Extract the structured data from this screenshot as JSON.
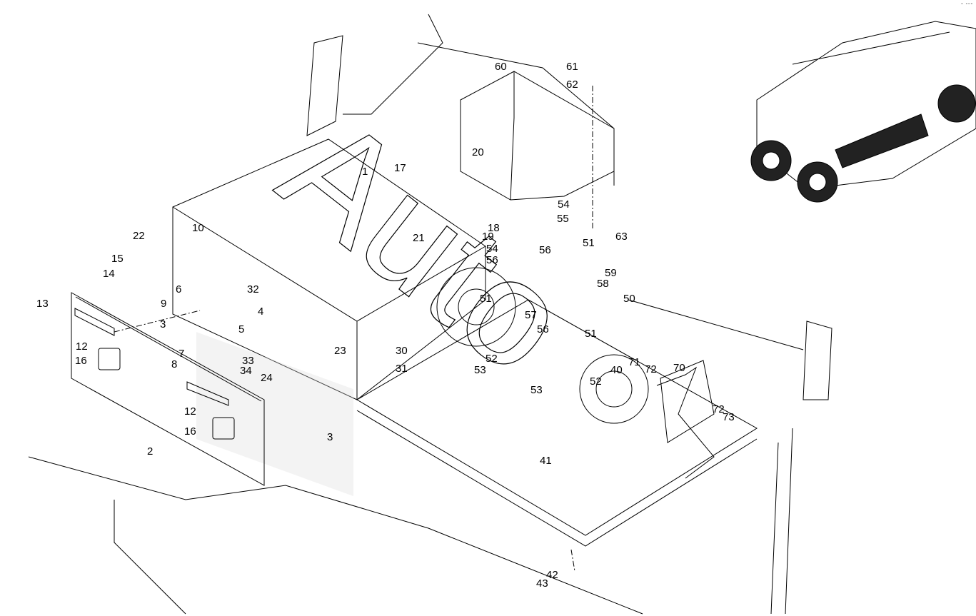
{
  "diagram": {
    "watermark": "Auto",
    "corner_glyph": "▫︎ ▫︎▫︎▫︎",
    "inset": {
      "subject": "vehicle-overview-with-highlighted-section"
    },
    "callouts": [
      {
        "id": "c1",
        "label": "1"
      },
      {
        "id": "c2",
        "label": "2"
      },
      {
        "id": "c3a",
        "label": "3"
      },
      {
        "id": "c3b",
        "label": "3"
      },
      {
        "id": "c4",
        "label": "4"
      },
      {
        "id": "c5",
        "label": "5"
      },
      {
        "id": "c6",
        "label": "6"
      },
      {
        "id": "c7",
        "label": "7"
      },
      {
        "id": "c8",
        "label": "8"
      },
      {
        "id": "c9",
        "label": "9"
      },
      {
        "id": "c10",
        "label": "10"
      },
      {
        "id": "c12a",
        "label": "12"
      },
      {
        "id": "c12b",
        "label": "12"
      },
      {
        "id": "c13",
        "label": "13"
      },
      {
        "id": "c14",
        "label": "14"
      },
      {
        "id": "c15",
        "label": "15"
      },
      {
        "id": "c16a",
        "label": "16"
      },
      {
        "id": "c16b",
        "label": "16"
      },
      {
        "id": "c17",
        "label": "17"
      },
      {
        "id": "c18",
        "label": "18"
      },
      {
        "id": "c19",
        "label": "19"
      },
      {
        "id": "c20",
        "label": "20"
      },
      {
        "id": "c21",
        "label": "21"
      },
      {
        "id": "c22",
        "label": "22"
      },
      {
        "id": "c23",
        "label": "23"
      },
      {
        "id": "c24",
        "label": "24"
      },
      {
        "id": "c30",
        "label": "30"
      },
      {
        "id": "c31",
        "label": "31"
      },
      {
        "id": "c32",
        "label": "32"
      },
      {
        "id": "c33",
        "label": "33"
      },
      {
        "id": "c34",
        "label": "34"
      },
      {
        "id": "c40",
        "label": "40"
      },
      {
        "id": "c41",
        "label": "41"
      },
      {
        "id": "c42",
        "label": "42"
      },
      {
        "id": "c43",
        "label": "43"
      },
      {
        "id": "c50",
        "label": "50"
      },
      {
        "id": "c51a",
        "label": "51"
      },
      {
        "id": "c51b",
        "label": "51"
      },
      {
        "id": "c51c",
        "label": "51"
      },
      {
        "id": "c52a",
        "label": "52"
      },
      {
        "id": "c52b",
        "label": "52"
      },
      {
        "id": "c53a",
        "label": "53"
      },
      {
        "id": "c53b",
        "label": "53"
      },
      {
        "id": "c54a",
        "label": "54"
      },
      {
        "id": "c54b",
        "label": "54"
      },
      {
        "id": "c55",
        "label": "55"
      },
      {
        "id": "c56a",
        "label": "56"
      },
      {
        "id": "c56b",
        "label": "56"
      },
      {
        "id": "c56c",
        "label": "56"
      },
      {
        "id": "c57",
        "label": "57"
      },
      {
        "id": "c58",
        "label": "58"
      },
      {
        "id": "c59",
        "label": "59"
      },
      {
        "id": "c60",
        "label": "60"
      },
      {
        "id": "c61",
        "label": "61"
      },
      {
        "id": "c62",
        "label": "62"
      },
      {
        "id": "c63",
        "label": "63"
      },
      {
        "id": "c70",
        "label": "70"
      },
      {
        "id": "c71",
        "label": "71"
      },
      {
        "id": "c72a",
        "label": "72"
      },
      {
        "id": "c72b",
        "label": "72"
      },
      {
        "id": "c73",
        "label": "73"
      }
    ]
  }
}
